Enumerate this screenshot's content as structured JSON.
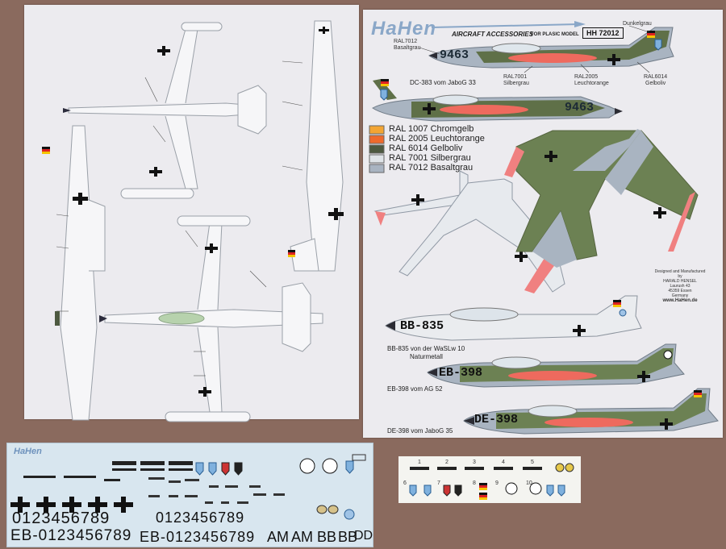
{
  "brand": {
    "name": "HaHen",
    "tagline": "AIRCRAFT ACCESSORIES",
    "sub": "FOR PLASIC MODEL",
    "product_code": "HH 72012"
  },
  "callouts": {
    "dunkelgrau": "Dunkelgrau",
    "ral7012": "RAL7012",
    "basaltgrau": "Basaltgrau",
    "ral7001": "RAL7001",
    "silbergrau": "Silbergrau",
    "ral2005": "RAL2005",
    "leuchtorange": "Leuchtorange",
    "ral6014": "RAL6014",
    "gelboliv": "Gelboliv"
  },
  "legend": [
    {
      "label": "RAL 1007 Chromgelb",
      "color": "#f3a533"
    },
    {
      "label": "RAL 2005 Leuchtorange",
      "color": "#ee6a2c"
    },
    {
      "label": "RAL 6014 Gelboliv",
      "color": "#4d5940"
    },
    {
      "label": "RAL 7001 Silbergrau",
      "color": "#dfe4e8"
    },
    {
      "label": "RAL 7012 Basaltgrau",
      "color": "#a9b4c1"
    }
  ],
  "aircraft": {
    "a1_code": "9463",
    "a2_code": "9463",
    "a2_caption": "DC-383 vom JaboG 33",
    "a3_code": "BB-835",
    "a3_caption": "BB-835 von der WaSLw 10",
    "a3_finish": "Naturmetall",
    "a4_code": "EB-398",
    "a4_caption": "EB-398 vom AG 52",
    "a5_code": "DE-398",
    "a5_caption": "DE-398 vom JaboG 35"
  },
  "credits": {
    "line1": "Designed and Manufactured",
    "line2": "by",
    "line3": "HARALD HENSEL",
    "line4": "Laurush 43",
    "line5": "45359 Essen",
    "line6": "Germany",
    "url": "www.HaHen.de"
  },
  "decal_sheet": {
    "brand": "HaHen",
    "digits_row": "0123456789",
    "serial_row_1": "EB-0123456789",
    "serial_row_2": "EB-0123456789",
    "suffix_1": "AM",
    "suffix_2": "AM",
    "suffix_3": "BB",
    "suffix_4": "BB",
    "suffix_5": "DD"
  },
  "small_sheet": {
    "n1": "1",
    "n2": "2",
    "n3": "3",
    "n4": "4",
    "n5": "5",
    "n6": "6",
    "n7": "7",
    "n8": "8",
    "n9": "9",
    "n10": "10"
  }
}
